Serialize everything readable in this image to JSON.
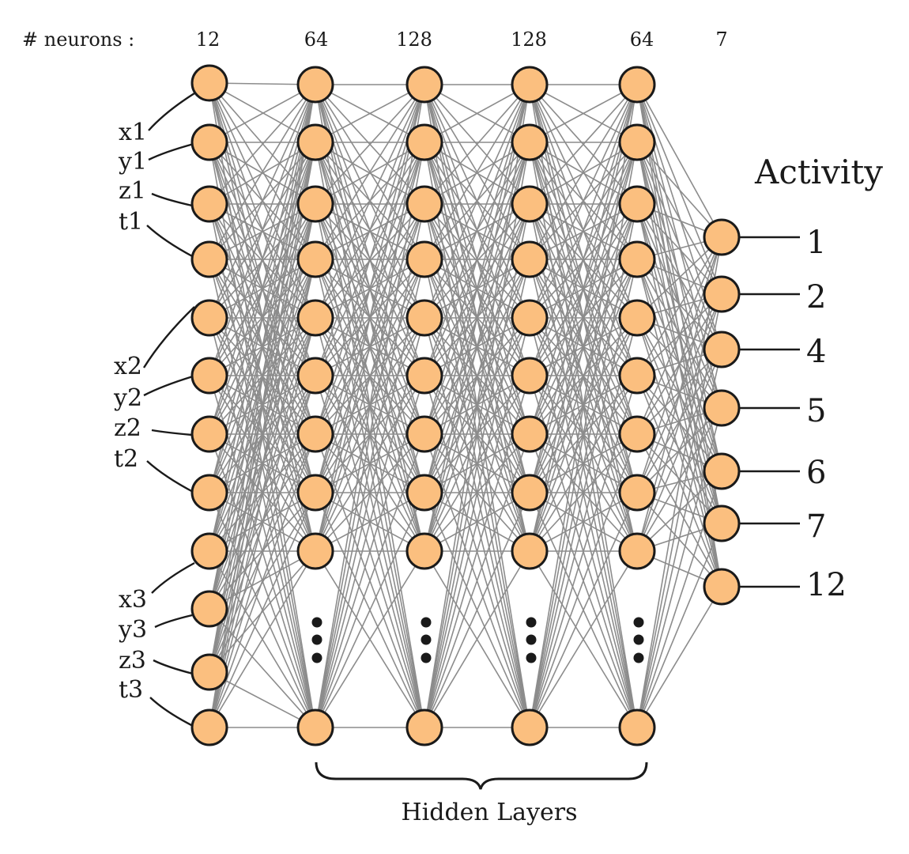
{
  "header": {
    "label": "# neurons :",
    "counts": [
      "12",
      "64",
      "128",
      "128",
      "64",
      "7"
    ]
  },
  "inputs": [
    "x1",
    "y1",
    "z1",
    "t1",
    "x2",
    "y2",
    "z2",
    "t2",
    "x3",
    "y3",
    "z3",
    "t3"
  ],
  "outputs": {
    "title": "Activity",
    "labels": [
      "1",
      "2",
      "4",
      "5",
      "6",
      "7",
      "12"
    ]
  },
  "hidden": {
    "label": "Hidden Layers"
  },
  "colors": {
    "neuron_fill": "#fbbf7f",
    "edge": "#8c8c8c",
    "outline": "#1a1a1a"
  }
}
